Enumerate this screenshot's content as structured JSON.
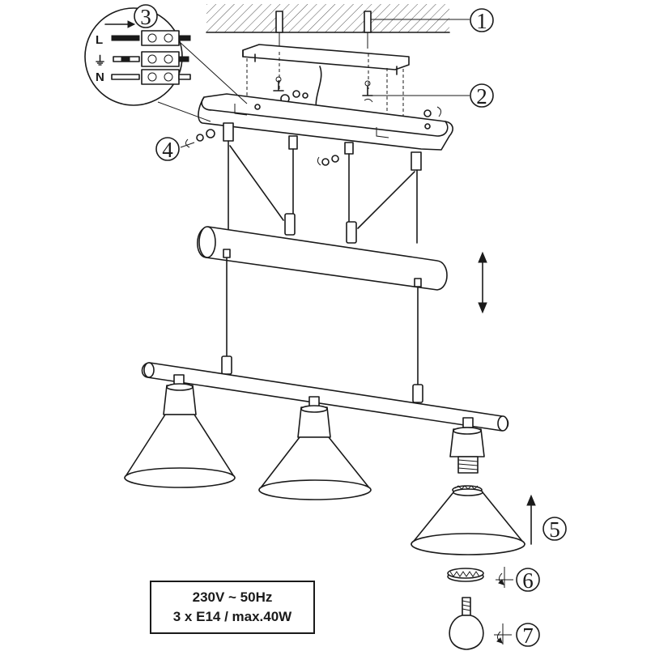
{
  "callouts": [
    {
      "number": "1"
    },
    {
      "number": "2"
    },
    {
      "number": "3"
    },
    {
      "number": "4"
    },
    {
      "number": "5"
    },
    {
      "number": "6"
    },
    {
      "number": "7"
    }
  ],
  "wiring": {
    "live_label": "L",
    "earth_symbol": "⏚",
    "neutral_label": "N"
  },
  "spec": {
    "line1": "230V ~ 50Hz",
    "line2": "3 x E14 / max.40W"
  }
}
